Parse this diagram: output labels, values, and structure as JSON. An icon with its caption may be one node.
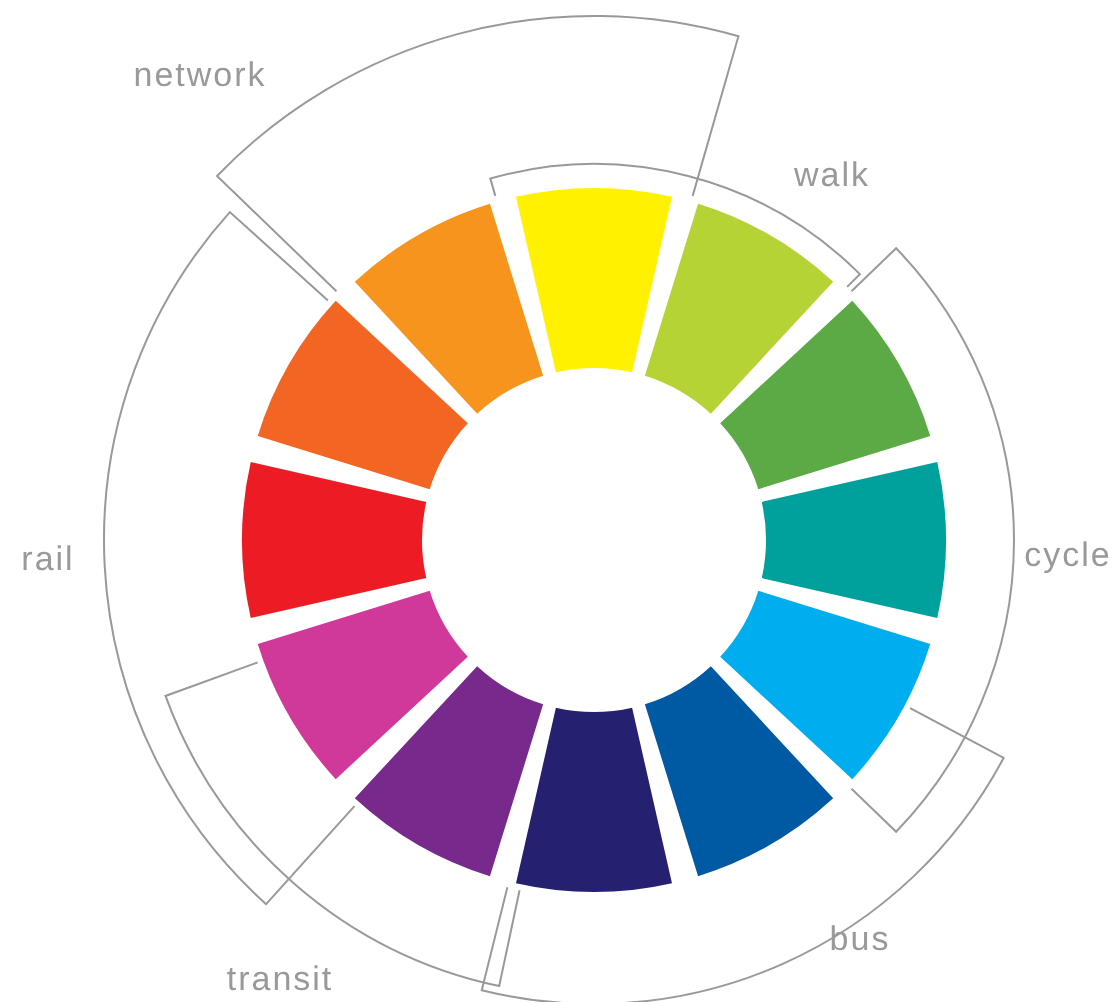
{
  "diagram": {
    "labels": [
      "network",
      "walk",
      "rail",
      "cycle",
      "transit",
      "bus"
    ]
  }
}
